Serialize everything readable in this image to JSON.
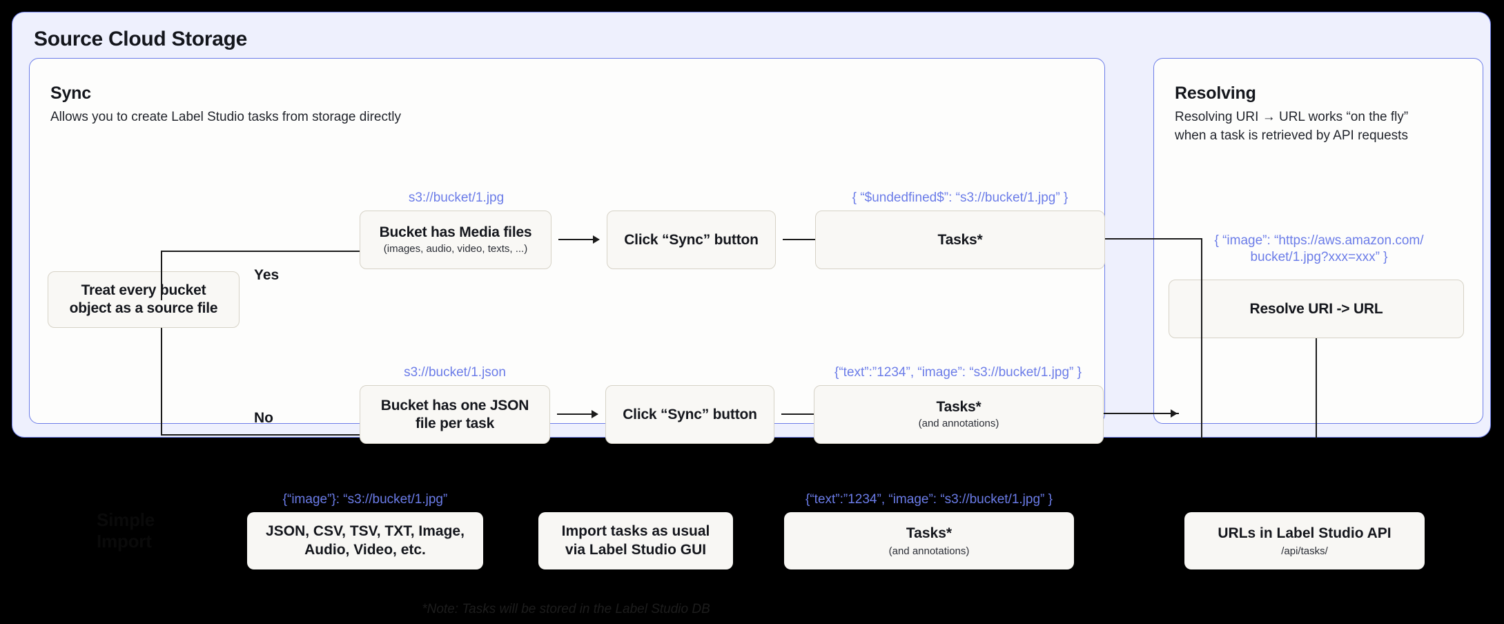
{
  "outer_panel": {
    "title": "Source Cloud Storage"
  },
  "sync_panel": {
    "title": "Sync",
    "subtitle": "Allows you to create Label Studio tasks from storage directly",
    "branch_yes": "Yes",
    "branch_no": "No",
    "decision_node": "Treat every bucket\nobject as a source file",
    "yes_path": {
      "uri_label": "s3://bucket/1.jpg",
      "source_node_main": "Bucket has Media files",
      "source_node_sub": "(images, audio, video, texts, ...)",
      "action_node": "Click “Sync” button",
      "result_code": "{ “$undedfined$”: “s3://bucket/1.jpg” }",
      "result_node_main": "Tasks*"
    },
    "no_path": {
      "uri_label": "s3://bucket/1.json",
      "source_node_main": "Bucket has one JSON\nfile per task",
      "action_node": "Click “Sync” button",
      "result_code": "{“text”:”1234”,  “image”: “s3://bucket/1.jpg” }",
      "result_node_main": "Tasks*",
      "result_node_sub": "(and annotations)"
    }
  },
  "resolving_panel": {
    "title": "Resolving",
    "subtitle": "Resolving URI → URL works “on the fly”\nwhen a task is retrieved by API requests",
    "resolved_code": "{ “image”: “https://aws.amazon.com/\nbucket/1.jpg?xxx=xxx” }",
    "resolve_node": "Resolve URI -> URL"
  },
  "bottom_row": {
    "watermark": "Simple\nImport",
    "formats_code": "{“image”}: “s3://bucket/1.jpg”",
    "formats_node": "JSON, CSV, TSV, TXT, Image,\nAudio, Video, etc.",
    "import_node": "Import tasks as usual\nvia Label Studio GUI",
    "tasks_code": "{“text”:”1234”,  “image”: “s3://bucket/1.jpg” }",
    "tasks_node_main": "Tasks*",
    "tasks_node_sub": "(and annotations)",
    "api_node_main": "URLs in Label Studio API",
    "api_node_sub": "/api/tasks/"
  },
  "footnote": "*Note: Tasks will be stored in the Label Studio DB",
  "colors": {
    "background": "#000000",
    "panel_bg": "#eef0fd",
    "panel_border": "#6b7ce8",
    "card_bg": "#fdfdfc",
    "node_bg": "#f9f8f5",
    "node_border": "#d6d2c6",
    "accent_blue": "#6b7ce8",
    "text_dark": "#14161c"
  }
}
